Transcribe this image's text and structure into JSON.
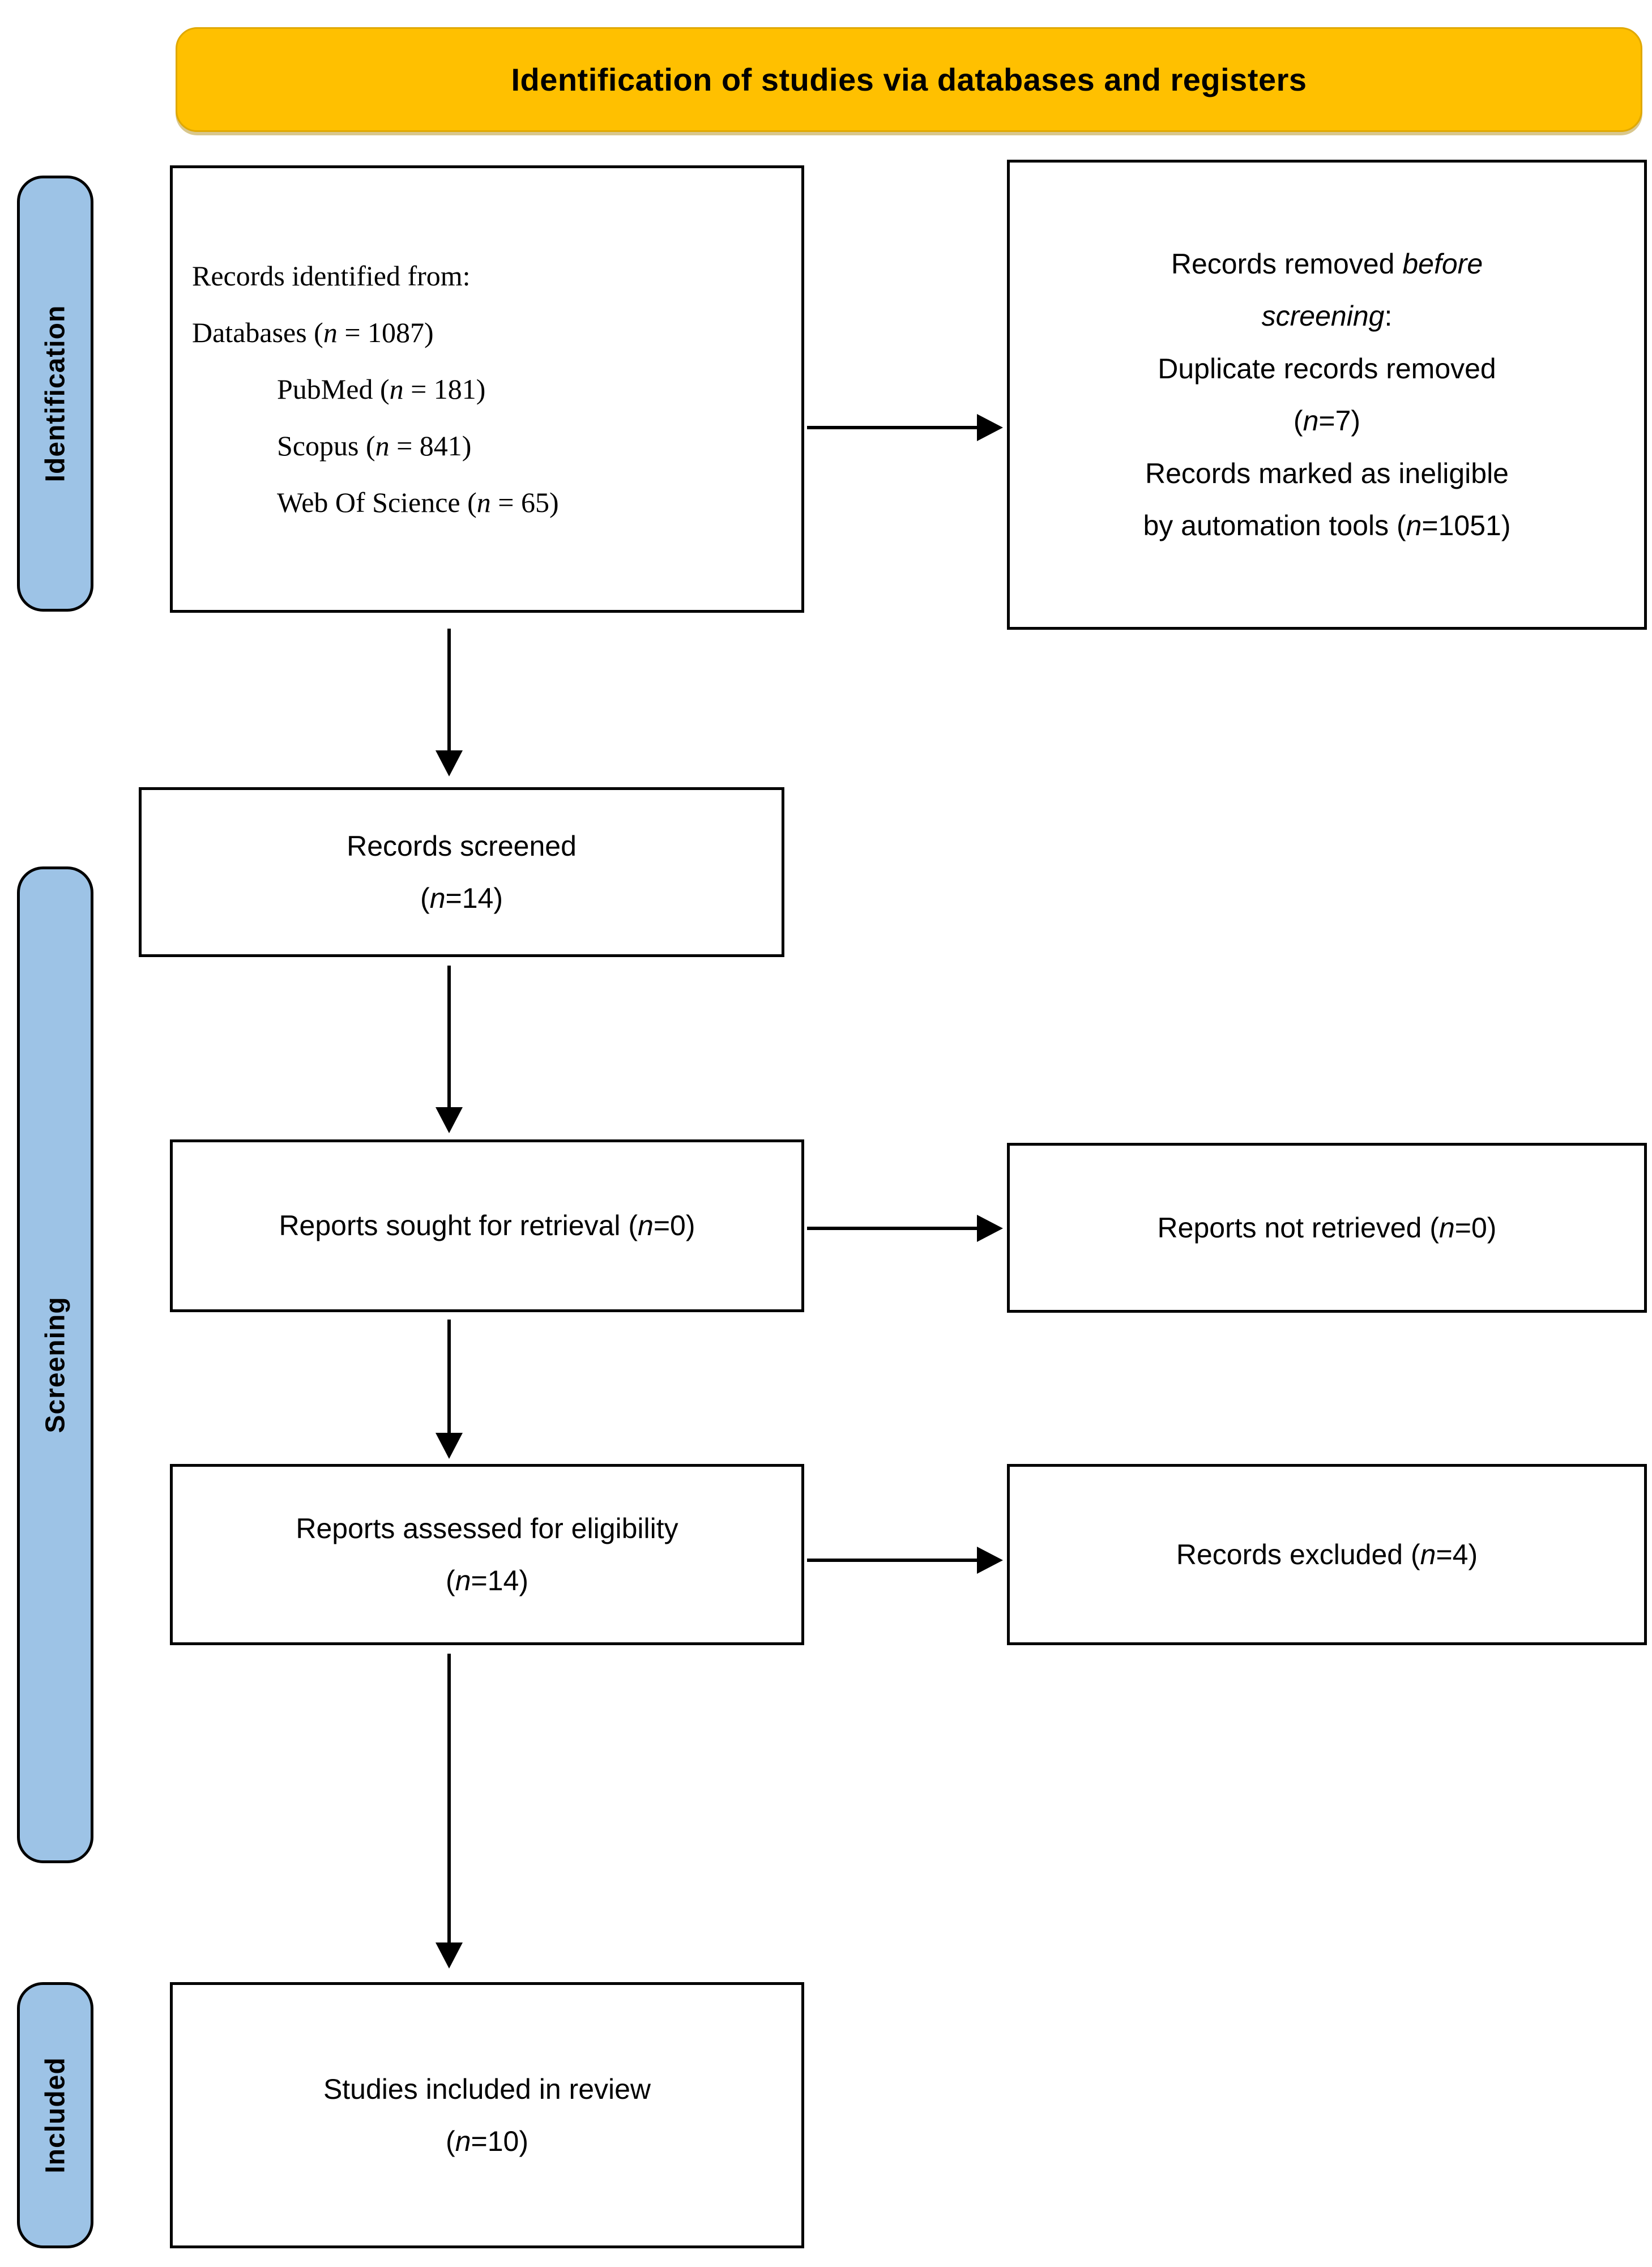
{
  "colors": {
    "banner_bg": "#FFC000",
    "stage_bg": "#9DC3E6",
    "box_border": "#000000",
    "text": "#000000"
  },
  "banner": {
    "title": "Identification of studies via databases and registers"
  },
  "stages": [
    {
      "id": "identification",
      "label": "Identification"
    },
    {
      "id": "screening",
      "label": "Screening"
    },
    {
      "id": "included",
      "label": "Included"
    }
  ],
  "boxes": {
    "identified": {
      "heading": "Records identified from:",
      "databases": "Databases (n = 1087)",
      "sources": [
        "PubMed (n = 181)",
        "Scopus (n = 841)",
        "Web Of Science (n = 65)"
      ]
    },
    "removed": {
      "line1_prefix": "Records removed ",
      "line1_italic": "before",
      "line2_italic": "screening",
      "line2_suffix": ":",
      "line3": "Duplicate records removed",
      "line4": "(n=7)",
      "line5": "Records marked as ineligible",
      "line6": "by automation tools (n=1051)"
    },
    "screened": {
      "line1": "Records screened",
      "line2": "(n=14)"
    },
    "sought": {
      "line1": "Reports sought for retrieval (n=0)"
    },
    "not_retrieved": {
      "line1": "Reports not retrieved (n=0)"
    },
    "assessed": {
      "line1": "Reports assessed for eligibility",
      "line2": "(n=14)"
    },
    "excluded": {
      "line1": "Records excluded (n=4)"
    },
    "included": {
      "line1": "Studies included in review",
      "line2": "(n=10)"
    }
  },
  "flow": {
    "arrows": [
      {
        "from": "identified",
        "to": "removed",
        "direction": "right"
      },
      {
        "from": "identified",
        "to": "screened",
        "direction": "down"
      },
      {
        "from": "screened",
        "to": "sought",
        "direction": "down"
      },
      {
        "from": "sought",
        "to": "not_retrieved",
        "direction": "right"
      },
      {
        "from": "sought",
        "to": "assessed",
        "direction": "down"
      },
      {
        "from": "assessed",
        "to": "excluded",
        "direction": "right"
      },
      {
        "from": "assessed",
        "to": "included",
        "direction": "down"
      }
    ]
  }
}
